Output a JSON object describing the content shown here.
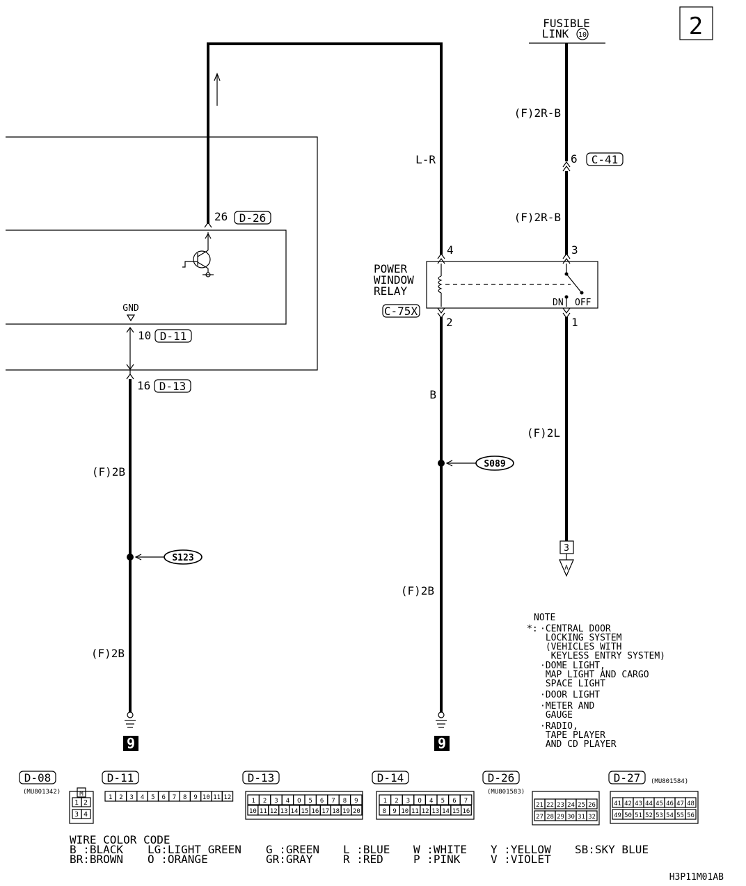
{
  "page_number": "2",
  "fusible_link": {
    "line1": "FUSIBLE",
    "line2": "LINK",
    "number": "10"
  },
  "connectors": {
    "d26_pin": "26",
    "d26": "D-26",
    "d11_pin": "10",
    "d11": "D-11",
    "d13_pin": "16",
    "d13": "D-13",
    "c41_pin": "6",
    "c41": "C-41",
    "c75x": "C-75X"
  },
  "gnd_label": "GND",
  "wires": {
    "lr": "L-R",
    "f2rb_top": "(F)2R-B",
    "f2rb_mid": "(F)2R-B",
    "b": "B",
    "f2l": "(F)2L",
    "f2b_left_upper": "(F)2B",
    "f2b_left_lower": "(F)2B",
    "f2b_center": "(F)2B"
  },
  "relay": {
    "line1": "POWER",
    "line2": "WINDOW",
    "line3": "RELAY",
    "pin4": "4",
    "pin3": "3",
    "pin2": "2",
    "pin1": "1",
    "dn": "DN",
    "off": "OFF"
  },
  "splices": {
    "s089": "S089",
    "s123": "S123"
  },
  "ground_num": "9",
  "terminal_box": "3",
  "terminal_arrow": "A",
  "note": {
    "title": "NOTE",
    "star": "*:",
    "lines": [
      "·CENTRAL DOOR",
      " LOCKING SYSTEM",
      " (VEHICLES WITH",
      "  KEYLESS ENTRY SYSTEM)",
      "·DOME LIGHT,",
      " MAP LIGHT AND CARGO",
      " SPACE LIGHT",
      "·DOOR LIGHT",
      "·METER AND",
      " GAUGE",
      "·RADIO,",
      " TAPE PLAYER",
      " AND CD PLAYER"
    ]
  },
  "connector_views": [
    {
      "name": "D-08",
      "part": "(MU801342)",
      "mark": "M",
      "pins": [
        "1",
        "2",
        "3",
        "4"
      ]
    },
    {
      "name": "D-11",
      "pins": [
        "1",
        "2",
        "3",
        "4",
        "5",
        "6",
        "7",
        "8",
        "9",
        "10",
        "11",
        "12"
      ]
    },
    {
      "name": "D-13",
      "row1": [
        "1",
        "2",
        "3",
        "4",
        "O",
        "5",
        "6",
        "7",
        "8",
        "9"
      ],
      "row2": [
        "10",
        "11",
        "12",
        "13",
        "14",
        "15",
        "16",
        "17",
        "18",
        "19",
        "20"
      ]
    },
    {
      "name": "D-14",
      "row1": [
        "1",
        "2",
        "3",
        "O",
        "4",
        "5",
        "6",
        "7"
      ],
      "row2": [
        "8",
        "9",
        "10",
        "11",
        "12",
        "13",
        "14",
        "15",
        "16"
      ]
    },
    {
      "name": "D-26",
      "part": "(MU801583)",
      "row1": [
        "21",
        "22",
        "23",
        "24",
        "25",
        "26"
      ],
      "row2": [
        "27",
        "28",
        "29",
        "30",
        "31",
        "32"
      ]
    },
    {
      "name": "D-27",
      "part": "(MU801584)",
      "row1": [
        "41",
        "42",
        "43",
        "44",
        "45",
        "46",
        "47",
        "48"
      ],
      "row2": [
        "49",
        "50",
        "51",
        "52",
        "53",
        "54",
        "55",
        "56"
      ]
    }
  ],
  "wire_color_code": {
    "title": "WIRE COLOR CODE",
    "row1": [
      "B :BLACK",
      "LG:LIGHT GREEN",
      "G :GREEN",
      "L :BLUE",
      "W :WHITE",
      "Y :YELLOW",
      "SB:SKY BLUE"
    ],
    "row2": [
      "BR:BROWN",
      "O :ORANGE",
      "GR:GRAY",
      "R :RED",
      "P :PINK",
      "V :VIOLET"
    ]
  },
  "figure_code": "H3P11M01AB"
}
